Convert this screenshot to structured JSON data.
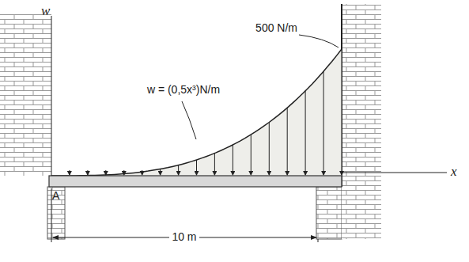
{
  "diagram": {
    "labels": [
      "w",
      "x",
      "A",
      "500 N/m",
      "w = (0,5x³)N/m",
      "10 m"
    ]
  }
}
